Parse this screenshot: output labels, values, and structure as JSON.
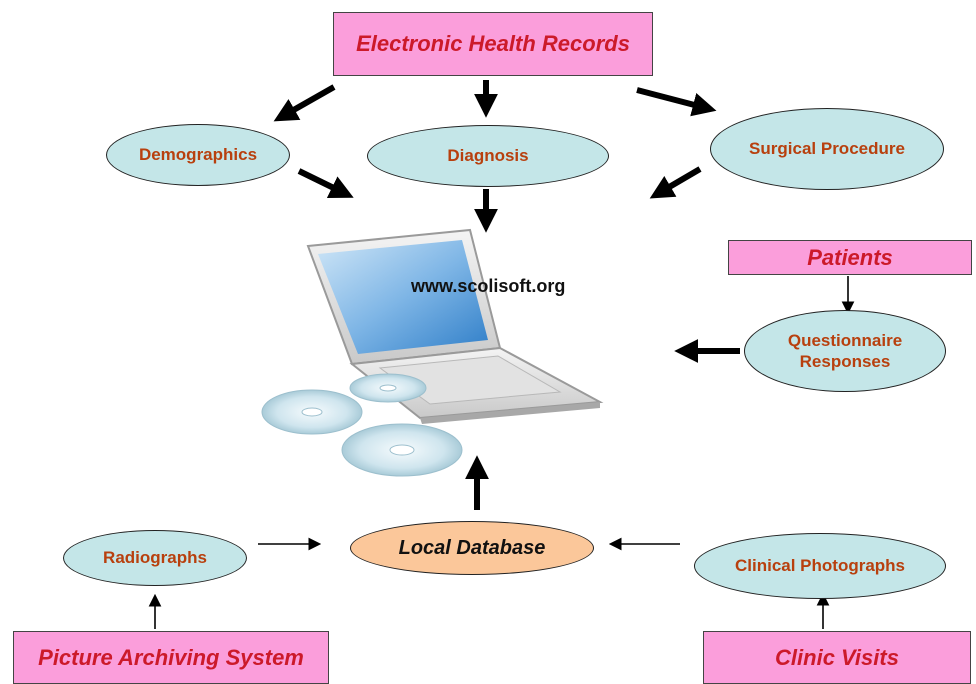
{
  "boxes": {
    "ehr": "Electronic Health Records",
    "patients": "Patients",
    "pacs": "Picture Archiving System",
    "clinic_visits": "Clinic Visits"
  },
  "nodes": {
    "demographics": "Demographics",
    "diagnosis": "Diagnosis",
    "surgical": "Surgical Procedure",
    "questionnaire_line1": "Questionnaire",
    "questionnaire_line2": "Responses",
    "radiographs": "Radiographs",
    "local_db": "Local Database",
    "clinical_photos": "Clinical Photographs"
  },
  "url": "www.scolisoft.org",
  "colors": {
    "box_fill": "#fb9edb",
    "box_text": "#cc1a2a",
    "node_fill": "#c4e6e8",
    "node_text": "#b8400e",
    "db_fill": "#fbc79a"
  }
}
